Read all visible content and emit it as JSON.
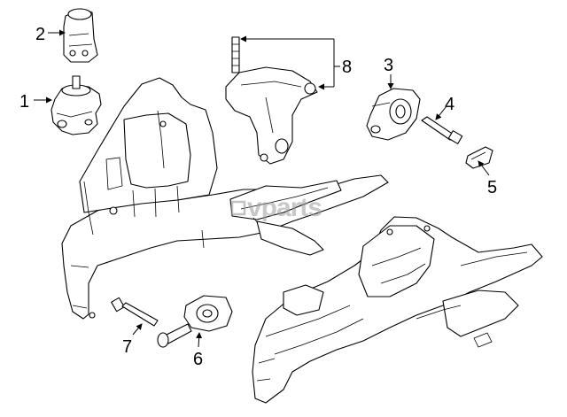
{
  "callouts": {
    "c1": "1",
    "c2": "2",
    "c3": "3",
    "c4": "4",
    "c5": "5",
    "c6": "6",
    "c7": "7",
    "c8": "8"
  },
  "watermark": {
    "text": "vparts"
  },
  "colors": {
    "line": "#000000",
    "background": "#ffffff",
    "watermark": "#9a9a9a"
  }
}
